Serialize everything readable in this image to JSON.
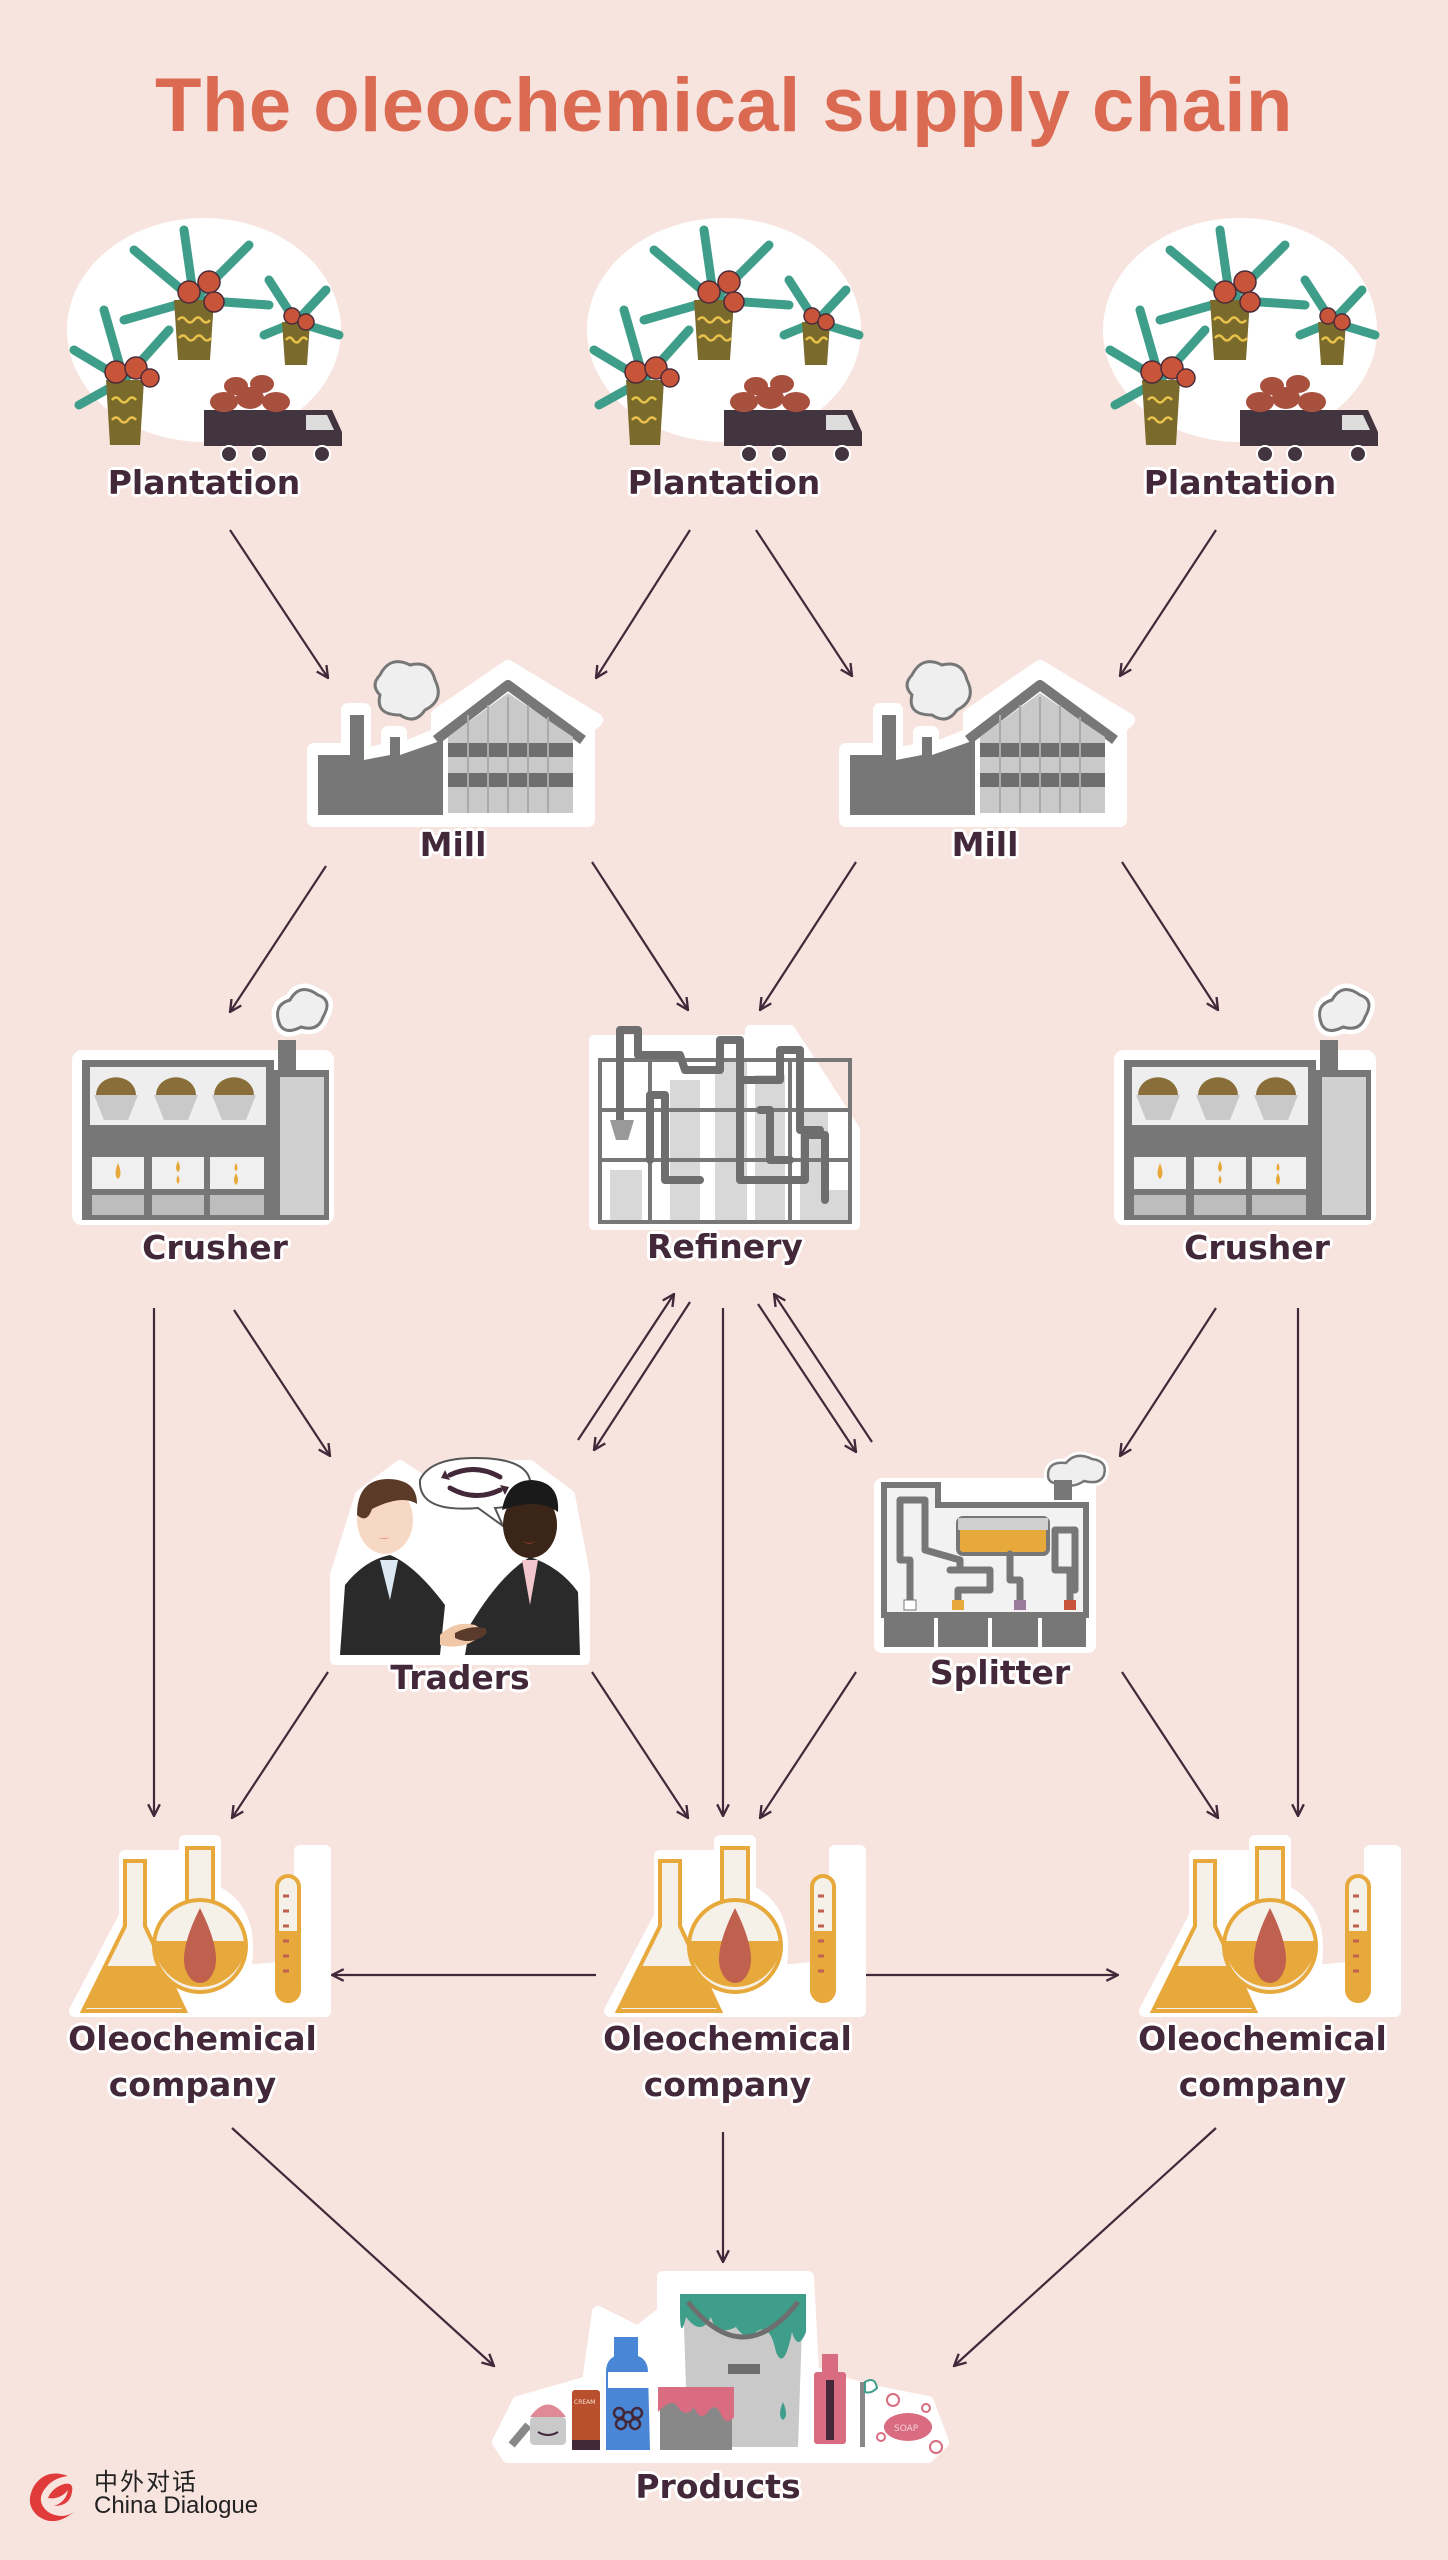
{
  "title": "The oleochemical supply chain",
  "colors": {
    "background": "#F8E4DF",
    "title": "#DB6A52",
    "label": "#43283A",
    "arrow": "#43283A",
    "palm_leaf": "#3E9E8A",
    "palm_trunk": "#7A6A2C",
    "palm_fruit": "#C8553A",
    "machine_gray": "#777777",
    "oil_yellow": "#E8A93C",
    "oil_drop": "#C0604E",
    "logo_red": "#E03A3A"
  },
  "nodes": {
    "plantation_1": {
      "label": "Plantation",
      "icon": "palm-plantation-truck"
    },
    "plantation_2": {
      "label": "Plantation",
      "icon": "palm-plantation-truck"
    },
    "plantation_3": {
      "label": "Plantation",
      "icon": "palm-plantation-truck"
    },
    "mill_1": {
      "label": "Mill",
      "icon": "mill-factory"
    },
    "mill_2": {
      "label": "Mill",
      "icon": "mill-factory"
    },
    "crusher_1": {
      "label": "Crusher",
      "icon": "crusher-machine"
    },
    "refinery": {
      "label": "Refinery",
      "icon": "refinery-pipes"
    },
    "crusher_2": {
      "label": "Crusher",
      "icon": "crusher-machine"
    },
    "traders": {
      "label": "Traders",
      "icon": "handshake-traders"
    },
    "splitter": {
      "label": "Splitter",
      "icon": "splitter-machine"
    },
    "oleo_1": {
      "label_line1": "Oleochemical",
      "label_line2": "company",
      "icon": "lab-flasks"
    },
    "oleo_2": {
      "label_line1": "Oleochemical",
      "label_line2": "company",
      "icon": "lab-flasks"
    },
    "oleo_3": {
      "label_line1": "Oleochemical",
      "label_line2": "company",
      "icon": "lab-flasks"
    },
    "products": {
      "label": "Products",
      "icon": "consumer-products",
      "items": [
        "cream jar",
        "cream tube",
        "detergent bottle",
        "paint tin",
        "paint bucket",
        "comb bottle",
        "toothbrush",
        "soap"
      ],
      "cream_text": "CREAM",
      "soap_text": "SOAP"
    }
  },
  "edges": [
    {
      "from": "plantation_1",
      "to": "mill_1"
    },
    {
      "from": "plantation_2",
      "to": "mill_1"
    },
    {
      "from": "plantation_2",
      "to": "mill_2"
    },
    {
      "from": "plantation_3",
      "to": "mill_2"
    },
    {
      "from": "mill_1",
      "to": "crusher_1"
    },
    {
      "from": "mill_1",
      "to": "refinery"
    },
    {
      "from": "mill_2",
      "to": "refinery"
    },
    {
      "from": "mill_2",
      "to": "crusher_2"
    },
    {
      "from": "crusher_1",
      "to": "oleo_1"
    },
    {
      "from": "crusher_1",
      "to": "traders"
    },
    {
      "from": "traders",
      "to": "refinery"
    },
    {
      "from": "refinery",
      "to": "traders"
    },
    {
      "from": "refinery",
      "to": "oleo_2"
    },
    {
      "from": "refinery",
      "to": "splitter"
    },
    {
      "from": "splitter",
      "to": "refinery"
    },
    {
      "from": "crusher_2",
      "to": "splitter"
    },
    {
      "from": "crusher_2",
      "to": "oleo_3"
    },
    {
      "from": "traders",
      "to": "oleo_1"
    },
    {
      "from": "traders",
      "to": "oleo_2"
    },
    {
      "from": "splitter",
      "to": "oleo_2"
    },
    {
      "from": "splitter",
      "to": "oleo_3"
    },
    {
      "from": "oleo_2",
      "to": "oleo_1"
    },
    {
      "from": "oleo_2",
      "to": "oleo_3"
    },
    {
      "from": "oleo_1",
      "to": "products"
    },
    {
      "from": "oleo_2",
      "to": "products"
    },
    {
      "from": "oleo_3",
      "to": "products"
    }
  ],
  "logo": {
    "chinese": "中外对话",
    "english": "China Dialogue",
    "icon": "china-dialogue-swirl"
  }
}
